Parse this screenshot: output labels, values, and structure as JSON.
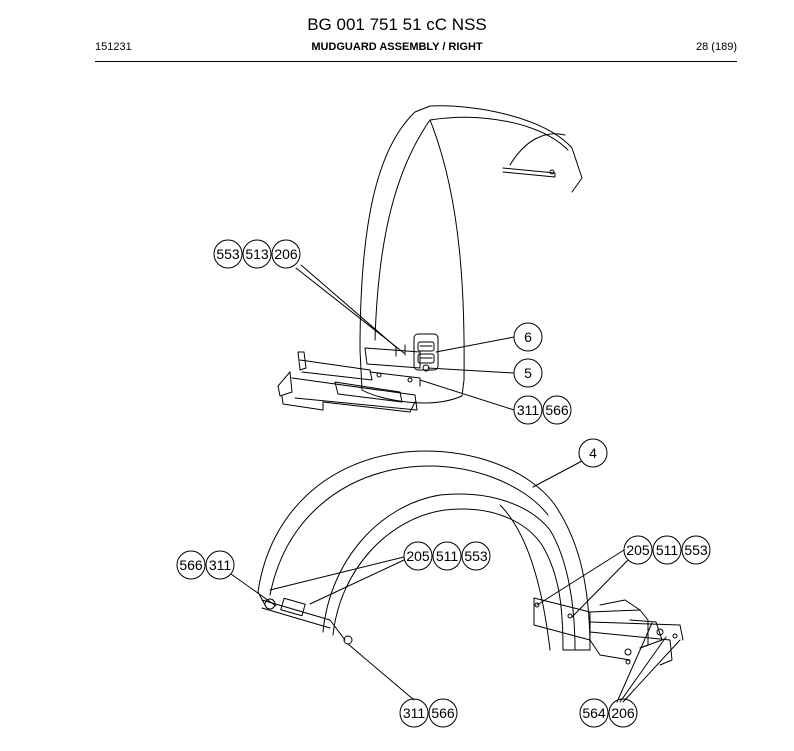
{
  "header": {
    "title": "BG 001 751 51 cC NSS",
    "left_code": "151231",
    "section": "MUDGUARD ASSEMBLY / RIGHT",
    "page": "28 (189)"
  },
  "callouts": {
    "top_group": [
      "553",
      "513",
      "206"
    ],
    "item_6": "6",
    "item_5": "5",
    "top_bolt": [
      "311",
      "566"
    ],
    "item_4": "4",
    "left_bolt": [
      "566",
      "311"
    ],
    "mid_group_left": [
      "205",
      "511",
      "553"
    ],
    "mid_group_right": [
      "205",
      "511",
      "553"
    ],
    "bottom_left": [
      "311",
      "566"
    ],
    "bottom_right": [
      "564",
      "206"
    ]
  }
}
